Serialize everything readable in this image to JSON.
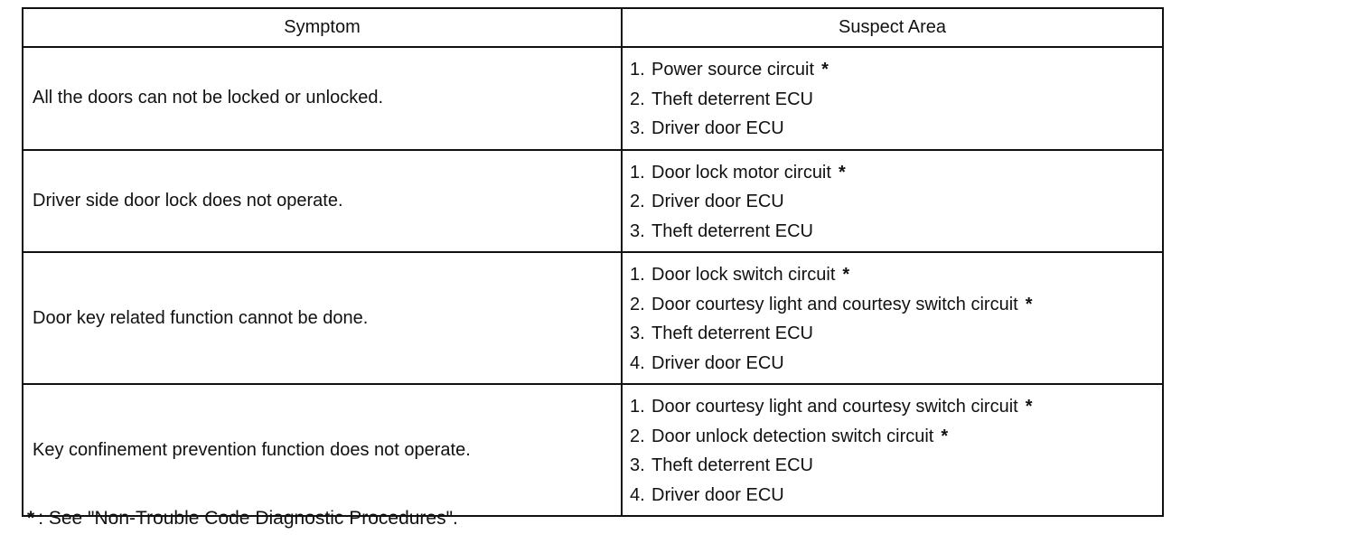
{
  "table": {
    "headers": {
      "symptom": "Symptom",
      "suspect_area": "Suspect Area"
    },
    "rows": [
      {
        "symptom": "All the doors can not be locked or unlocked.",
        "suspects": [
          {
            "num": "1.",
            "text": "Power source circuit",
            "mark": "*"
          },
          {
            "num": "2.",
            "text": "Theft deterrent ECU",
            "mark": ""
          },
          {
            "num": "3.",
            "text": "Driver door ECU",
            "mark": ""
          }
        ]
      },
      {
        "symptom": "Driver side door lock does not operate.",
        "suspects": [
          {
            "num": "1.",
            "text": "Door lock motor circuit",
            "mark": "*"
          },
          {
            "num": "2.",
            "text": "Driver door ECU",
            "mark": ""
          },
          {
            "num": "3.",
            "text": "Theft deterrent ECU",
            "mark": ""
          }
        ]
      },
      {
        "symptom": "Door key related function cannot be done.",
        "suspects": [
          {
            "num": "1.",
            "text": "Door lock switch circuit",
            "mark": "*"
          },
          {
            "num": "2.",
            "text": "Door courtesy light and courtesy switch circuit",
            "mark": "*"
          },
          {
            "num": "3.",
            "text": "Theft deterrent ECU",
            "mark": ""
          },
          {
            "num": "4.",
            "text": "Driver door ECU",
            "mark": ""
          }
        ]
      },
      {
        "symptom": "Key confinement prevention function does not operate.",
        "suspects": [
          {
            "num": "1.",
            "text": "Door courtesy light and courtesy switch circuit",
            "mark": "*"
          },
          {
            "num": "2.",
            "text": "Door unlock detection switch circuit",
            "mark": "*"
          },
          {
            "num": "3.",
            "text": "Theft deterrent ECU",
            "mark": ""
          },
          {
            "num": "4.",
            "text": "Driver door ECU",
            "mark": ""
          }
        ]
      }
    ]
  },
  "footnote": {
    "mark": "*",
    "text": ": See \"Non-Trouble Code Diagnostic Procedures\"."
  }
}
